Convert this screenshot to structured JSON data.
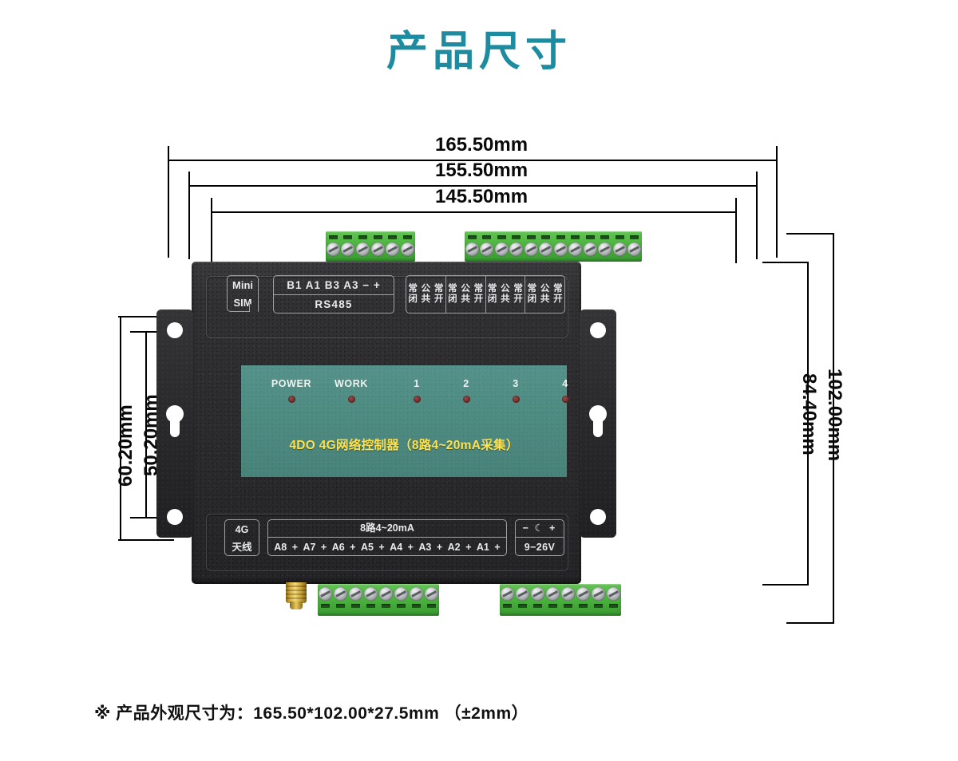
{
  "page": {
    "title": "产品尺寸",
    "title_color": "#1d8ca0",
    "footnote": "※ 产品外观尺寸为：165.50*102.00*27.5mm （±2mm）"
  },
  "dimensions": {
    "horizontal": [
      {
        "id": "overall-width",
        "label": "165.50mm"
      },
      {
        "id": "flange-hole-span",
        "label": "155.50mm"
      },
      {
        "id": "case-width",
        "label": "145.50mm"
      }
    ],
    "vertical_left": [
      {
        "id": "outer-height",
        "label": "60.20mm"
      },
      {
        "id": "inner-height",
        "label": "50.20mm"
      }
    ],
    "vertical_right": [
      {
        "id": "body-height",
        "label": "84.40mm"
      },
      {
        "id": "overall-height",
        "label": "102.00mm"
      }
    ]
  },
  "device": {
    "case_color": "#2b2b2d",
    "panel_color": "#4d8a80",
    "terminal_color": "#4cb33f",
    "model_text": "4DO 4G网络控制器（8路4~20mA采集）",
    "model_text_color": "#ffe24d",
    "sim_slot": {
      "line1": "Mini",
      "line2": "SIM"
    },
    "rs485": {
      "pins": "B1 A1 B3 A3  −  +",
      "name": "RS485"
    },
    "relays": [
      {
        "nc": "常闭",
        "com": "公共",
        "no": "常开"
      },
      {
        "nc": "常闭",
        "com": "公共",
        "no": "常开"
      },
      {
        "nc": "常闭",
        "com": "公共",
        "no": "常开"
      },
      {
        "nc": "常闭",
        "com": "公共",
        "no": "常开"
      }
    ],
    "leds": [
      {
        "label": "POWER"
      },
      {
        "label": "WORK"
      },
      {
        "label": "1"
      },
      {
        "label": "2"
      },
      {
        "label": "3"
      },
      {
        "label": "4"
      }
    ],
    "antenna": {
      "line1": "4G",
      "line2": "天线"
    },
    "analog_inputs": {
      "title": "8路4~20mA",
      "pins": [
        "A8",
        "+",
        "A7",
        "+",
        "A6",
        "+",
        "A5",
        "+",
        "A4",
        "+",
        "A3",
        "+",
        "A2",
        "+",
        "A1",
        "+"
      ]
    },
    "power": {
      "polarity": "−  ☾  +",
      "voltage": "9−26V"
    },
    "terminal_blocks": [
      {
        "id": "top-left-rs485",
        "pins": 6,
        "orientation": "up"
      },
      {
        "id": "top-right-relay",
        "pins": 12,
        "orientation": "up"
      },
      {
        "id": "bottom-left-analog",
        "pins": 8,
        "orientation": "down"
      },
      {
        "id": "bottom-right-analog-power",
        "pins": 8,
        "orientation": "down"
      }
    ]
  }
}
